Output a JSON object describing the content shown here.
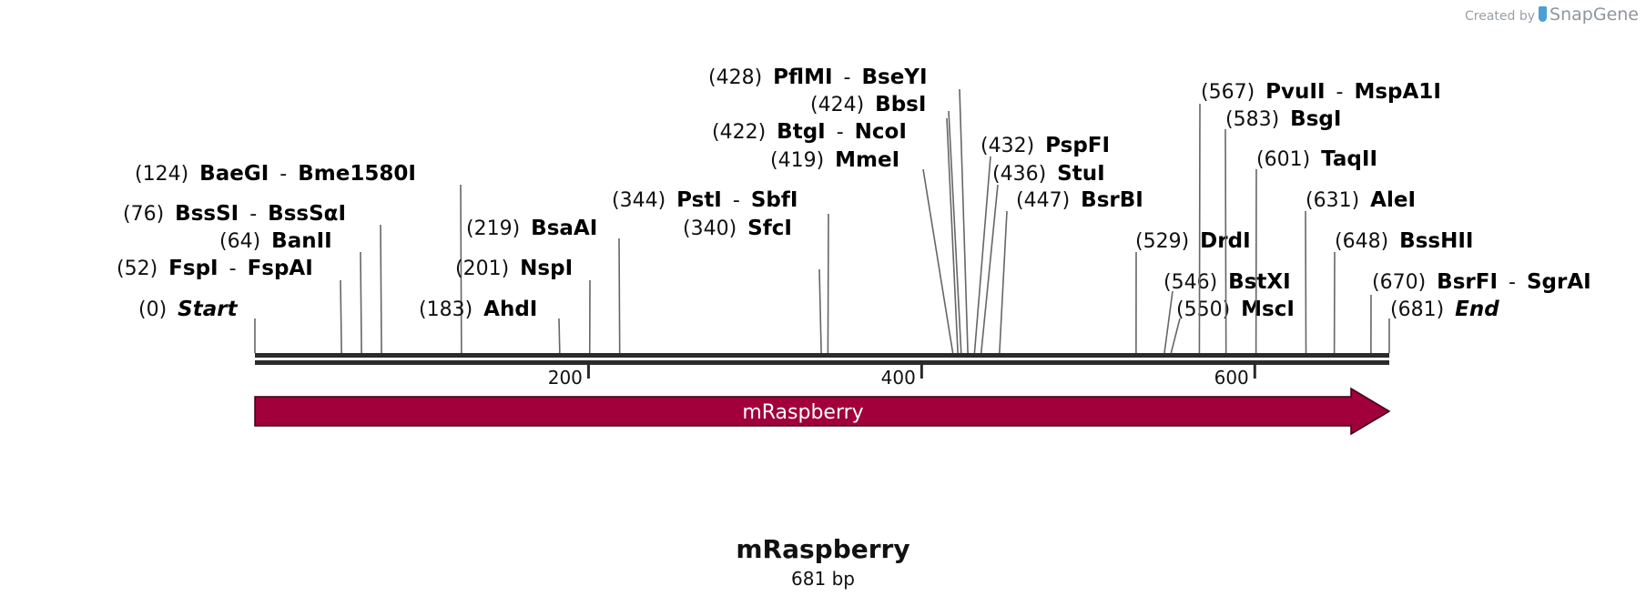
{
  "credit": {
    "prefix": "Created by",
    "brand": "SnapGene"
  },
  "sequence": {
    "name": "mRaspberry",
    "length_label": "681 bp",
    "length": 681
  },
  "feature": {
    "label": "mRaspberry",
    "start": 1,
    "end": 681,
    "color": "#a1003a"
  },
  "ruler": {
    "ticks": [
      {
        "label": "200",
        "value": 200
      },
      {
        "label": "400",
        "value": 400
      },
      {
        "label": "600",
        "value": 600
      }
    ]
  },
  "sites": [
    {
      "pos": "(0)",
      "names": [
        "Start"
      ],
      "italic": true,
      "value": 0
    },
    {
      "pos": "(52)",
      "names": [
        "FspI",
        "FspAI"
      ],
      "value": 52
    },
    {
      "pos": "(64)",
      "names": [
        "BanII"
      ],
      "value": 64
    },
    {
      "pos": "(76)",
      "names": [
        "BssSI",
        "BssSαI"
      ],
      "value": 76
    },
    {
      "pos": "(124)",
      "names": [
        "BaeGI",
        "Bme1580I"
      ],
      "value": 124
    },
    {
      "pos": "(183)",
      "names": [
        "AhdI"
      ],
      "value": 183
    },
    {
      "pos": "(201)",
      "names": [
        "NspI"
      ],
      "value": 201
    },
    {
      "pos": "(219)",
      "names": [
        "BsaAI"
      ],
      "value": 219
    },
    {
      "pos": "(340)",
      "names": [
        "SfcI"
      ],
      "value": 340
    },
    {
      "pos": "(344)",
      "names": [
        "PstI",
        "SbfI"
      ],
      "value": 344
    },
    {
      "pos": "(419)",
      "names": [
        "MmeI"
      ],
      "value": 419
    },
    {
      "pos": "(422)",
      "names": [
        "BtgI",
        "NcoI"
      ],
      "value": 422
    },
    {
      "pos": "(424)",
      "names": [
        "BbsI"
      ],
      "value": 424
    },
    {
      "pos": "(428)",
      "names": [
        "PflMI",
        "BseYI"
      ],
      "value": 428
    },
    {
      "pos": "(432)",
      "names": [
        "PspFI"
      ],
      "value": 432
    },
    {
      "pos": "(436)",
      "names": [
        "StuI"
      ],
      "value": 436
    },
    {
      "pos": "(447)",
      "names": [
        "BsrBI"
      ],
      "value": 447
    },
    {
      "pos": "(529)",
      "names": [
        "DrdI"
      ],
      "value": 529
    },
    {
      "pos": "(546)",
      "names": [
        "BstXI"
      ],
      "value": 546
    },
    {
      "pos": "(550)",
      "names": [
        "MscI"
      ],
      "value": 550
    },
    {
      "pos": "(567)",
      "names": [
        "PvuII",
        "MspA1I"
      ],
      "value": 567
    },
    {
      "pos": "(583)",
      "names": [
        "BsgI"
      ],
      "value": 583
    },
    {
      "pos": "(601)",
      "names": [
        "TaqII"
      ],
      "value": 601
    },
    {
      "pos": "(631)",
      "names": [
        "AleI"
      ],
      "value": 631
    },
    {
      "pos": "(648)",
      "names": [
        "BssHII"
      ],
      "value": 648
    },
    {
      "pos": "(670)",
      "names": [
        "BsrFI",
        "SgrAI"
      ],
      "value": 670
    },
    {
      "pos": "(681)",
      "names": [
        "End"
      ],
      "italic": true,
      "value": 681
    }
  ]
}
